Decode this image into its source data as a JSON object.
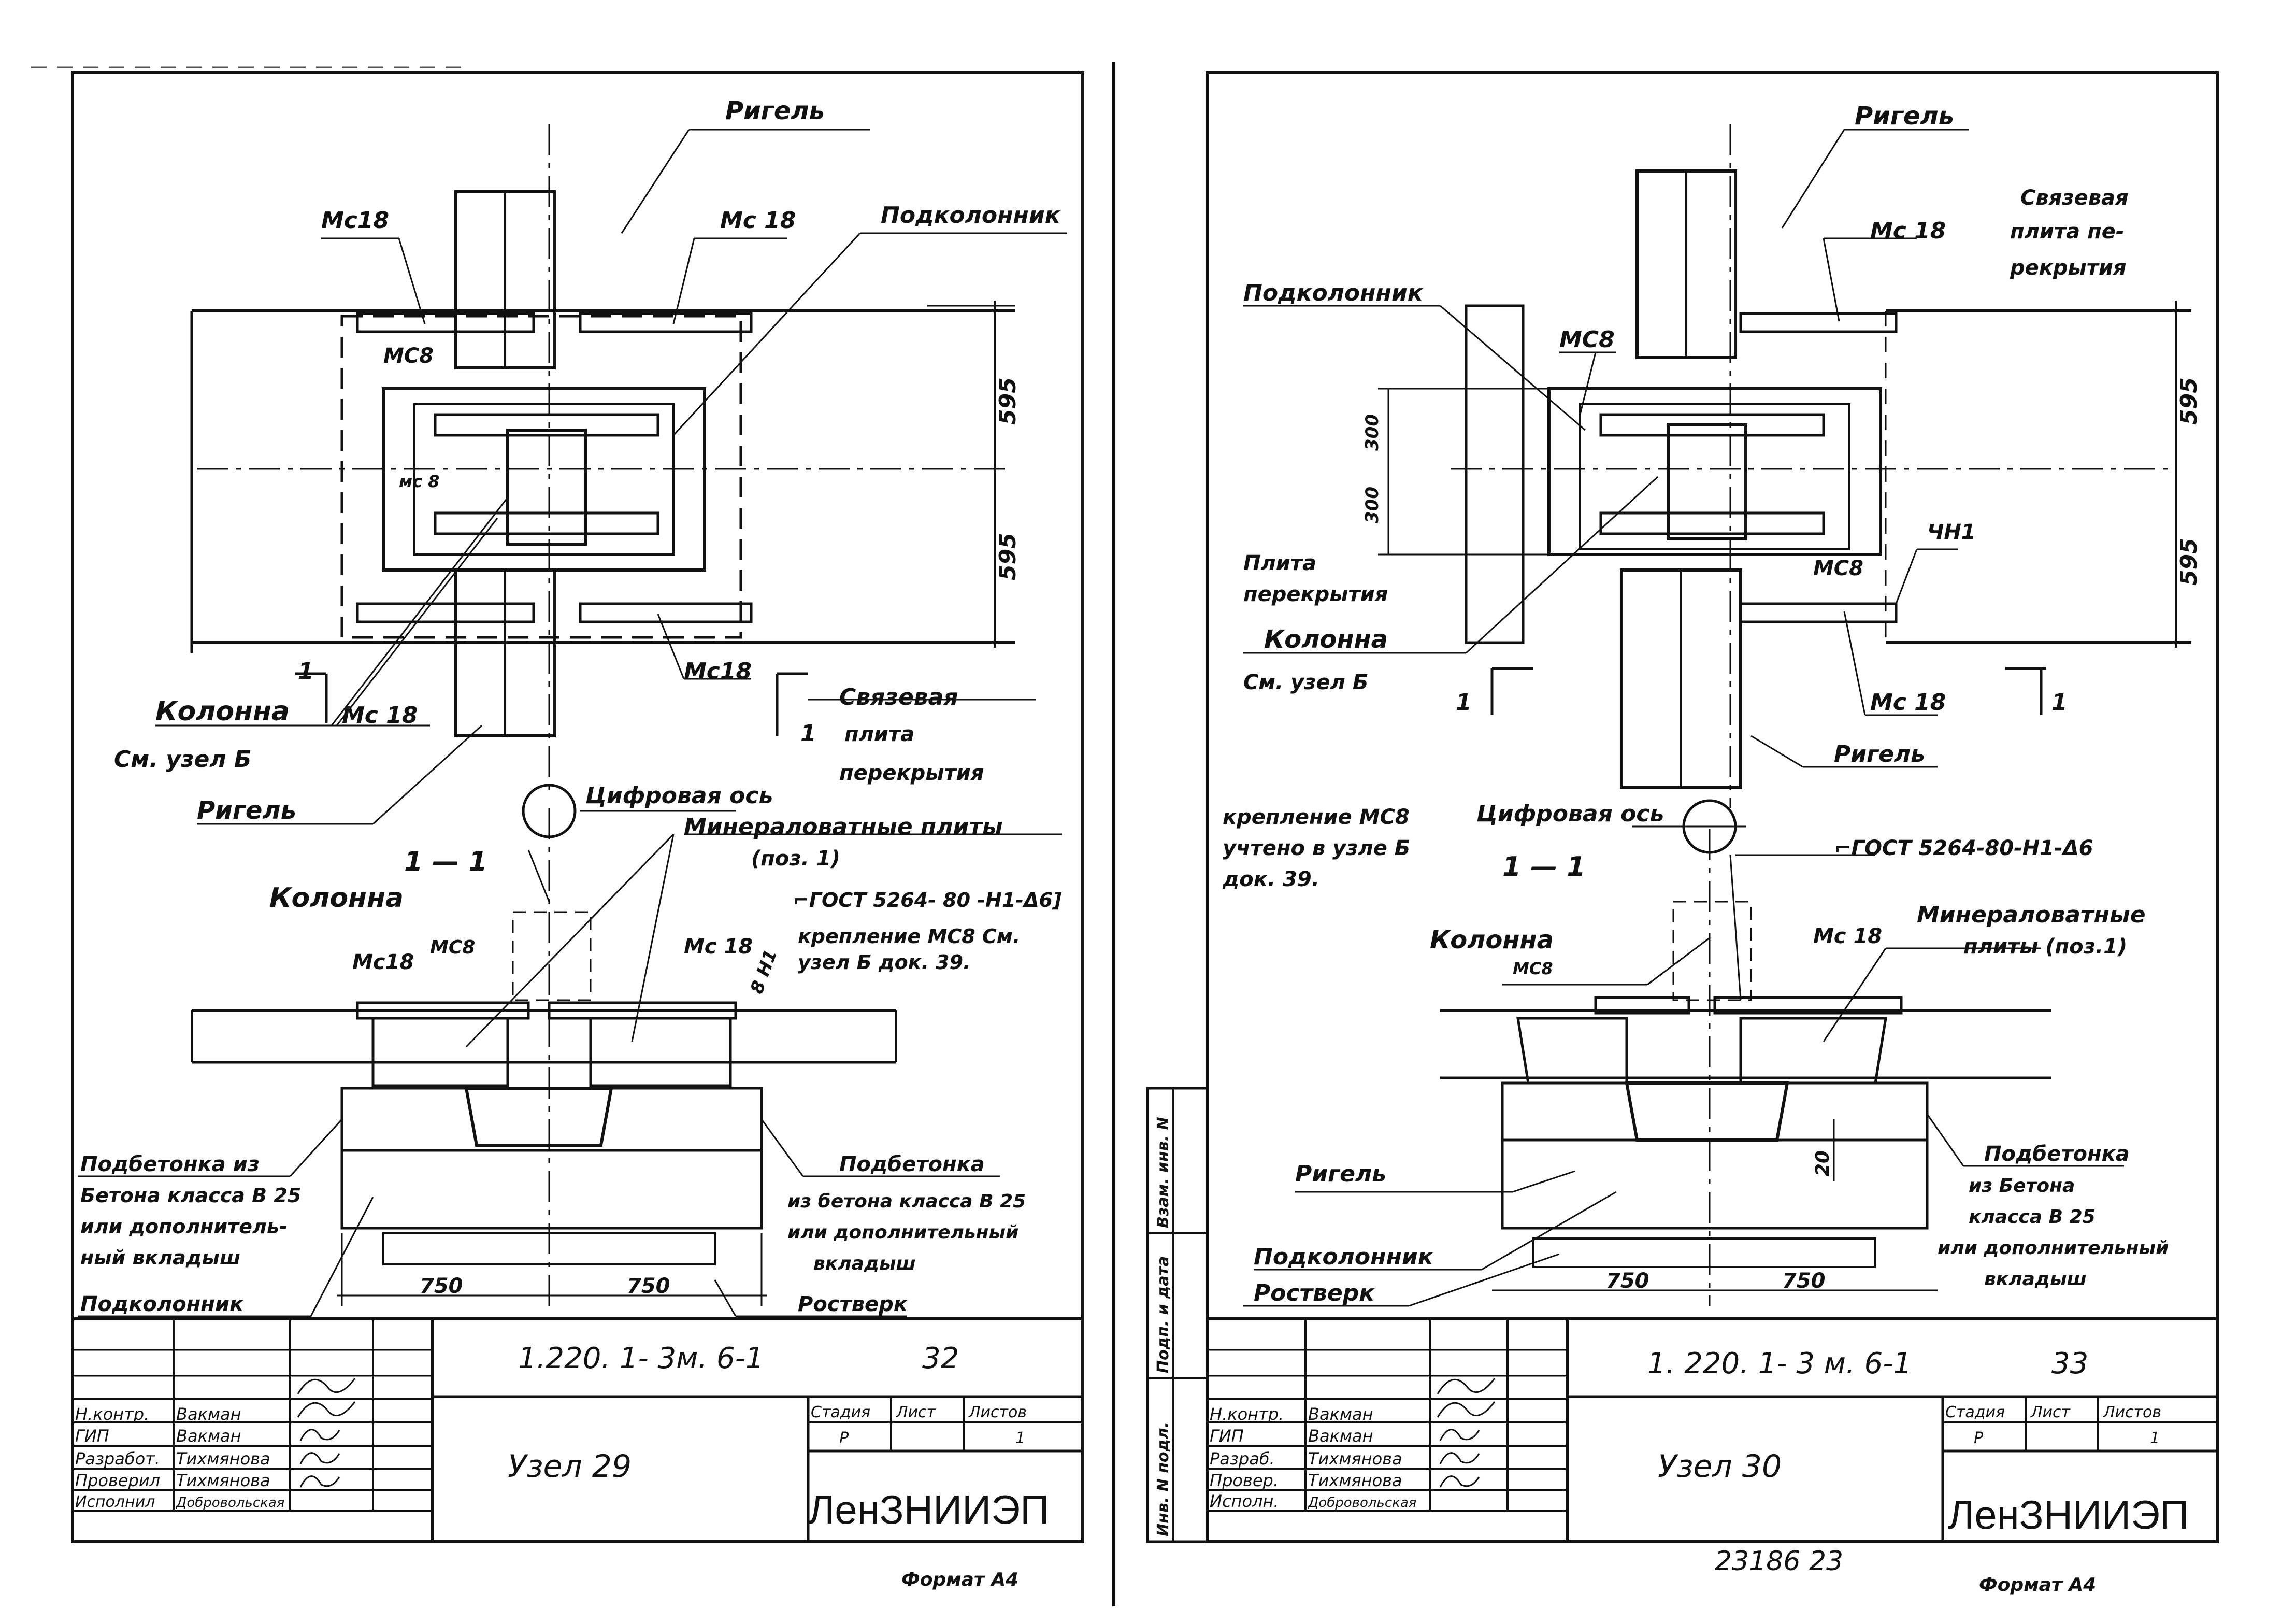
{
  "sheets": [
    {
      "labels": {
        "rigel_top": "Ригель",
        "ms18_a": "Мс18",
        "ms18_b": "Мс 18",
        "podkolonnik_top": "Подколонник",
        "ms8_a": "МС8",
        "ms8_b": "мс 8",
        "dim1": "595",
        "dim2": "595",
        "ms18_c": "Мс18",
        "ms18_d": "Мс 18",
        "section_mark_l": "1",
        "section_mark_r": "1",
        "kolonna": "Колонна",
        "see_node": "См. узел  Б",
        "svyaz1": "Связевая",
        "svyaz2": "плита",
        "svyaz3": "перекрытия",
        "rigel_bottom": "Ригель",
        "axis": "Цифровая  ось",
        "section_title": "1 — 1",
        "mineral1": "Минераловатные  плиты",
        "mineral2": "(поз. 1)",
        "kolonna_sec": "Колонна",
        "gost": "⌐ГОСТ 5264- 80 -Н1-Δ6]",
        "krep1": "крепление МС8 См.",
        "krep2": "узел Б  док. 39.",
        "ms18_e": "Мс18",
        "ms8_c": "МС8",
        "ms18_f": "Мс 18",
        "weld": "8 Н1",
        "podb_l1": "Подбетонка из",
        "podb_l2": "Бетона  класса В 25",
        "podb_l3": "или дополнитель-",
        "podb_l4": "ный  вкладыш",
        "podkolonnik_bot": "Подколонник",
        "podb_r1": "Подбетонка",
        "podb_r2": "из бетона класса В 25",
        "podb_r3": "или дополнительный",
        "podb_r4": "вкладыш",
        "d750a": "750",
        "d750b": "750",
        "rostverk": "Ростверк"
      },
      "title_block": {
        "code": "1.220. 1- 3м. 6-1",
        "sheet_no": "32",
        "node": "Узел  29",
        "col_stage": "Стадия",
        "col_sheet": "Лист",
        "col_sheets": "Листов",
        "stage": "Р",
        "sheets_total": "1",
        "org": "ЛенЗНИИЭП",
        "roles": [
          "Н.контр.",
          "ГИП",
          "Разработ.",
          "Проверил",
          "Исполнил"
        ],
        "names": [
          "Вакман",
          "Вакман",
          "Тихмянова",
          "Тихмянова",
          "Добровольская"
        ]
      },
      "format": "Формат А4"
    },
    {
      "labels": {
        "rigel_top": "Ригель",
        "svyaz1": "Связевая",
        "svyaz2": "плита  пе-",
        "svyaz3": "рекрытия",
        "ms18_a": "Мс 18",
        "podkolonnik": "Подколонник",
        "ms8_a": "МС8",
        "d300a": "300",
        "d300b": "300",
        "dim1": "595",
        "dim2": "595",
        "ms8_b": "МС8",
        "chn": "ЧН1",
        "plita1": "Плита",
        "plita2": "перекрытия",
        "kolonna": "Колонна",
        "see_node": "См. узел  Б",
        "section_mark_l": "1",
        "section_mark_r": "1",
        "ms18_b": "Мс 18",
        "rigel_bottom": "Ригель",
        "krep1": "крепление МС8",
        "krep2": "учтено в узле Б",
        "krep3": "док. 39.",
        "axis": "Цифровая ось",
        "section_title": "1 — 1",
        "gost": "⌐ГОСТ 5264-80-Н1-Δ6",
        "kolonna_sec": "Колонна",
        "ms8_c": "МС8",
        "ms18_c": "Мс 18",
        "mineral1": "Минераловатные",
        "mineral2": "плиты (поз.1)",
        "dim20": "20",
        "rigel_sec": "Ригель",
        "podb1": "Подбетонка",
        "podb2": "из Бетона",
        "podb3": "класса  В 25",
        "podb4": "или дополнительный",
        "podb5": "вкладыш",
        "podkolonnik_bot": "Подколонник",
        "rostverk": "Ростверк",
        "d750a": "750",
        "d750b": "750"
      },
      "title_block": {
        "code": "1. 220. 1- 3 м.  6-1",
        "sheet_no": "33",
        "node": "Узел  30",
        "col_stage": "Стадия",
        "col_sheet": "Лист",
        "col_sheets": "Листов",
        "stage": "Р",
        "sheets_total": "1",
        "org": "ЛенЗНИИЭП",
        "roles": [
          "Н.контр.",
          "ГИП",
          "Разраб.",
          "Провер.",
          "Исполн."
        ],
        "names": [
          "Вакман",
          "Вакман",
          "Тихмянова",
          "Тихмянова",
          "Добровольская"
        ]
      },
      "side_stamp": [
        "Взам. инв. N",
        "Подп. и дата",
        "Инв. N подл."
      ],
      "archive_no": "23186   23",
      "format": "Формат А4"
    }
  ]
}
